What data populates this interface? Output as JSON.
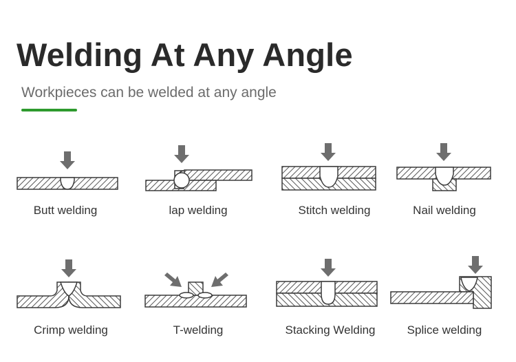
{
  "header": {
    "title": "Welding At Any Angle",
    "subtitle": "Workpieces can be welded at any angle"
  },
  "colors": {
    "accent": "#2e9a2e",
    "arrow": "#6e6e6e",
    "outline": "#3a3a3a",
    "hatch": "#555555"
  },
  "diagrams": [
    {
      "label": "Butt welding",
      "icon": "butt-weld-icon"
    },
    {
      "label": "lap welding",
      "icon": "lap-weld-icon"
    },
    {
      "label": "Stitch welding",
      "icon": "stitch-weld-icon"
    },
    {
      "label": "Nail welding",
      "icon": "nail-weld-icon"
    },
    {
      "label": "Crimp welding",
      "icon": "crimp-weld-icon"
    },
    {
      "label": "T-welding",
      "icon": "t-weld-icon"
    },
    {
      "label": "Stacking Welding",
      "icon": "stacking-weld-icon"
    },
    {
      "label": "Splice welding",
      "icon": "splice-weld-icon"
    }
  ]
}
